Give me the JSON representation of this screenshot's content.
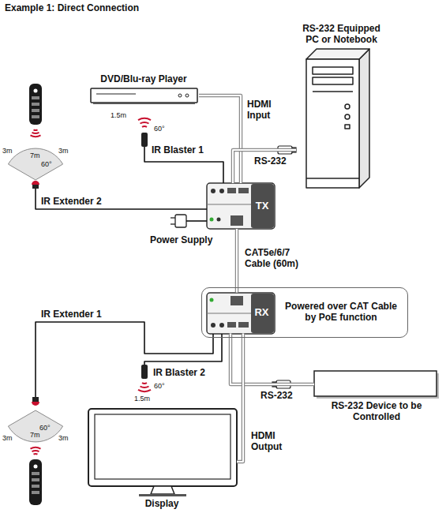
{
  "diagram": {
    "title": "Example 1: Direct Connection",
    "nodes": [
      {
        "text": [
          "RS-232 Equipped PC or Notebook"
        ]
      },
      {
        "text": [
          "DVD/Blu-ray Player"
        ]
      },
      {
        "text": [
          "TX"
        ]
      },
      {
        "text": [
          "Powered over CAT Cable by PoE function"
        ]
      },
      {
        "text": [
          "RX"
        ],
        "in": 3
      },
      {
        "text": [
          "RS-232 Device to be Controlled"
        ]
      },
      {
        "text": [
          "Display"
        ]
      }
    ],
    "edges": [
      {
        "from": 1,
        "to": 2,
        "label": "HDMI Input",
        "arrow": "none"
      },
      {
        "from": 2,
        "to": 0,
        "label": "RS-232",
        "arrow": "none"
      },
      {
        "from": 2,
        "to": 4,
        "label": "CAT5e/6/7 Cable (60m)",
        "arrow": "none"
      },
      {
        "from": 4,
        "to": 5,
        "label": "RS-232",
        "arrow": "none"
      },
      {
        "from": 4,
        "to": 6,
        "label": "HDMI Output",
        "arrow": "none"
      }
    ],
    "labels": [
      "1.5m",
      "60°",
      "IR Blaster 1",
      "7m",
      "3m",
      "3m",
      "60°",
      "IR Extender 2",
      "Power Supply",
      "IR Extender 1",
      "IR Blaster 2",
      "60°",
      "1.5m",
      "60°",
      "7m",
      "3m",
      "3m"
    ]
  }
}
